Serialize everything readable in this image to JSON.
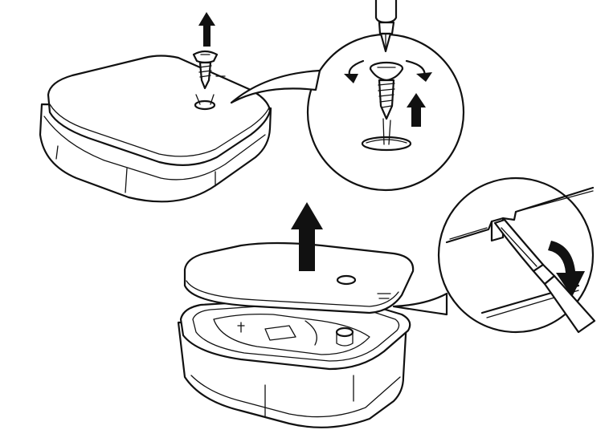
{
  "figure": {
    "kind": "assembly-instruction-illustration",
    "steps": [
      {
        "action": "remove-screw",
        "icon": "up-arrow-icon"
      },
      {
        "action": "unscrew-counterclockwise",
        "icon": "rotation-arrows-icon"
      },
      {
        "action": "lift-lid",
        "icon": "up-arrow-icon"
      },
      {
        "action": "pry-with-flat-screwdriver",
        "icon": "down-arrow-icon"
      }
    ]
  },
  "colors": {
    "line": "#111111",
    "background": "#ffffff"
  }
}
